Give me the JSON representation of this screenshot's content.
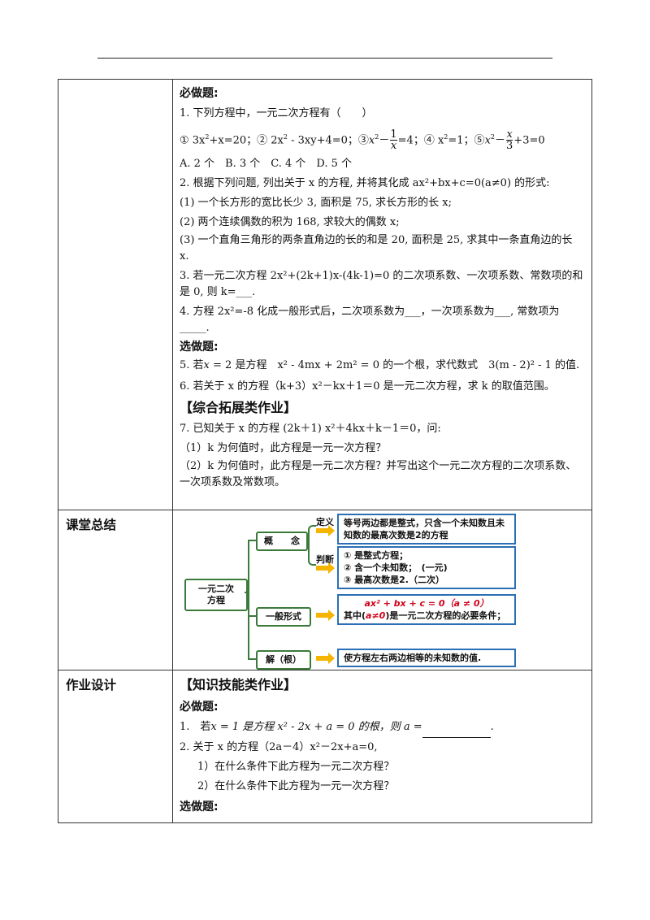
{
  "rows": [
    {
      "label": "",
      "sections": {
        "bizuo": "必做题:",
        "q1": "1. 下列方程中，一元二次方程有（　　）",
        "q1_opts_1": "① 3x",
        "q1_opts_2": "+x=20；② 2x",
        "q1_opts_3": " - 3xy+4=0；③",
        "q1_opts_4": "=4；④ x",
        "q1_opts_5": "=1；⑤",
        "q1_opts_6": "+3=0",
        "q1_choices": "A. 2 个　B. 3 个　C. 4 个　D. 5 个",
        "q2": "2. 根据下列问题, 列出关于 x 的方程, 并将其化成 ax²+bx+c=0(a≠0) 的形式:",
        "q2_1": "(1) 一个长方形的宽比长少 3, 面积是 75, 求长方形的长 x;",
        "q2_2": "(2) 两个连续偶数的积为 168, 求较大的偶数 x;",
        "q2_3": "(3) 一个直角三角形的两条直角边的长的和是 20, 面积是 25, 求其中一条直角边的长 x.",
        "q3": "3. 若一元二次方程 2x²+(2k+1)x-(4k-1)=0 的二次项系数、一次项系数、常数项的和是 0, 则 k=___.",
        "q4": "4. 方程 2x²=-8 化成一般形式后，二次项系数为___，一次项系数为___, 常数项为_____.",
        "xuanzuo": "选做题:",
        "q5_a": "5. 若",
        "q5_b": "x",
        "q5_c": " = 2 是方程　x² - 4mx + 2m² = 0 的一个根，求代数式　3(m - 2)² - 1 的值.",
        "q6": "6. 若关于 x 的方程（k+3）x²－kx＋1＝0 是一元二次方程，求 k 的取值范围。",
        "expand_title": "【综合拓展类作业】",
        "q7": "7. 已知关于 x 的方程 (2k＋1) x²＋4kx＋k－1＝0，问:",
        "q7_1": "（1）k 为何值时，此方程是一元一次方程？",
        "q7_2": "（2）k 为何值时，此方程是一元二次方程？并写出这个一元二次方程的二次项系数、一次项系数及常数项。"
      }
    },
    {
      "label": "课堂总结",
      "diagram": {
        "root": "一元二次方程",
        "concept": "概　　念",
        "definition_tag": "定义",
        "definition": "等号两边都是整式，只含一个未知数且未知数的最高次数是2的方程",
        "judge_tag": "判断",
        "judge_1": "① 是整式方程；",
        "judge_2": "② 含一个未知数；　(一元)",
        "judge_3": "③ 最高次数是2.（二次）",
        "general": "一般形式",
        "general_formula": "ax² + bx + c = 0（a ≠ 0）",
        "general_note_1": "其中(",
        "general_note_2": "a≠0",
        "general_note_3": ")是一元二次方程的必要条件；",
        "solution": "解（根）",
        "solution_desc": "使方程左右两边相等的未知数的值."
      }
    },
    {
      "label": "作业设计",
      "title": "【知识技能类作业】",
      "bizuo": "必做题:",
      "h1_a": "1.　若",
      "h1_b": "x = 1 是方程 x² - 2x + a = 0 的根，则 a =",
      "h2": "2. 关于 x 的方程（2a－4）x²－2x+a=0,",
      "h2_1": "1）在什么条件下此方程为一元二次方程？",
      "h2_2": "2）在什么条件下此方程为一元一次方程？",
      "xuanzuo": "选做题:"
    }
  ],
  "colors": {
    "green_border": "#3c7a3c",
    "blue_border": "#2a6fb5",
    "arrow": "#f4b400",
    "red_formula": "#d0021b"
  }
}
